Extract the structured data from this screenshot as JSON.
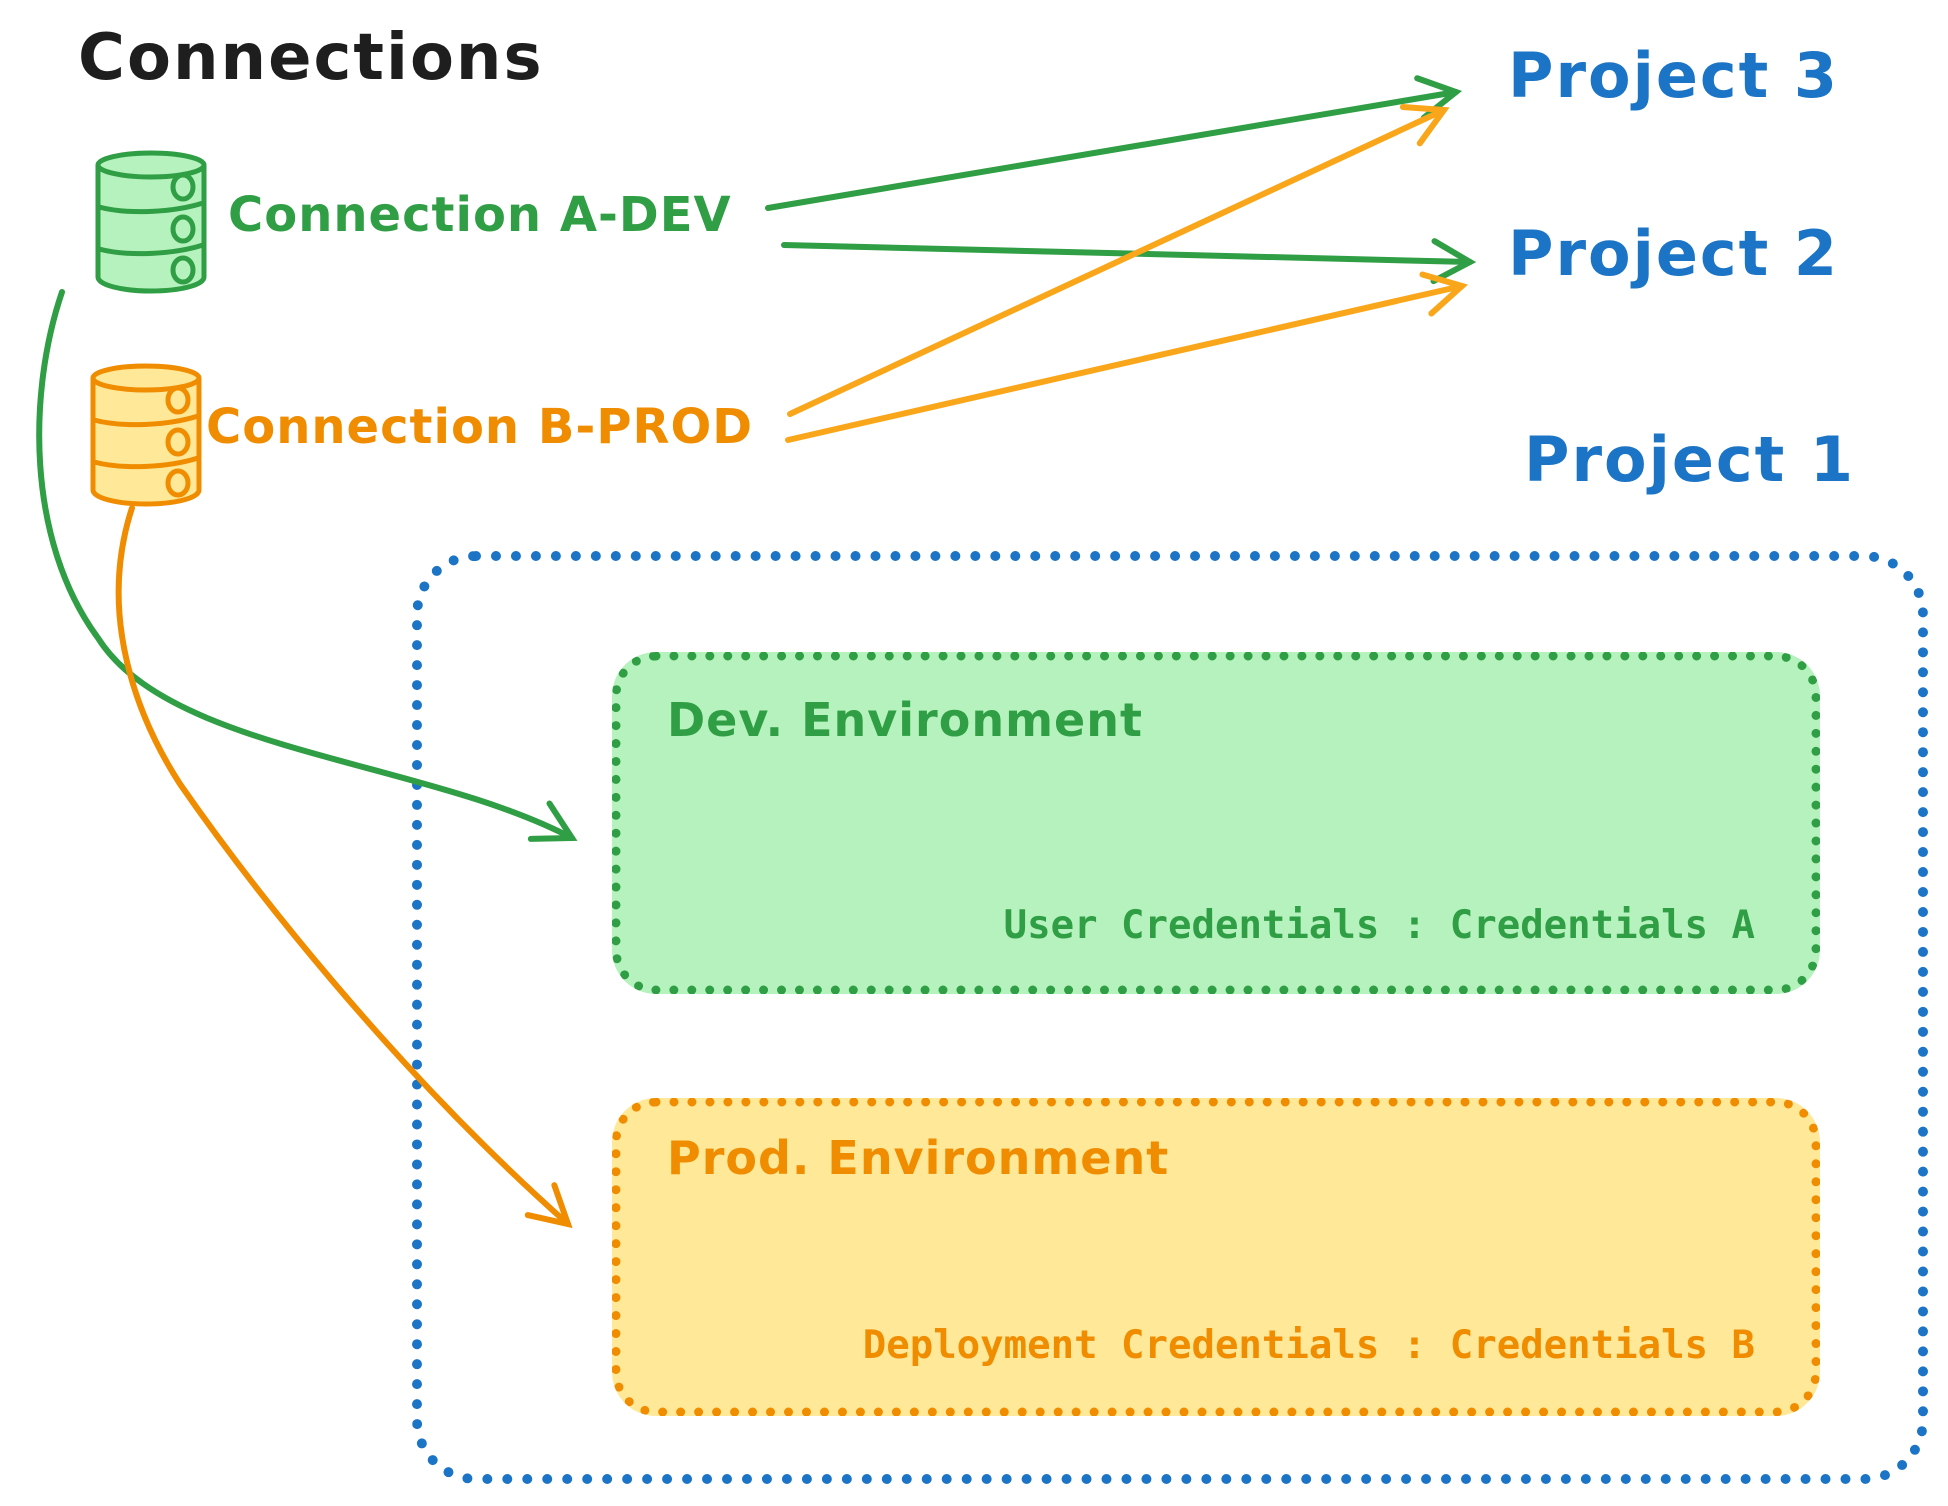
{
  "title": "Connections",
  "connections": [
    {
      "label": "Connection A-DEV",
      "icon": "database-icon",
      "color": "#2f9e44"
    },
    {
      "label": "Connection B-PROD",
      "icon": "database-icon",
      "color": "#f08c00"
    }
  ],
  "projects": [
    {
      "label": "Project 3"
    },
    {
      "label": "Project 2"
    },
    {
      "label": "Project 1"
    }
  ],
  "project1": {
    "environments": [
      {
        "label": "Dev. Environment",
        "credentials": "User Credentials : Credentials A"
      },
      {
        "label": "Prod. Environment",
        "credentials": "Deployment Credentials : Credentials B"
      }
    ]
  },
  "edges": [
    {
      "from": "Connection A-DEV",
      "to": "Project 3",
      "style": "straight-arrow",
      "color": "#2f9e44"
    },
    {
      "from": "Connection A-DEV",
      "to": "Project 2",
      "style": "straight-arrow",
      "color": "#2f9e44"
    },
    {
      "from": "Connection B-PROD",
      "to": "Project 3",
      "style": "straight-arrow",
      "color": "#faa61a"
    },
    {
      "from": "Connection B-PROD",
      "to": "Project 2",
      "style": "straight-arrow",
      "color": "#faa61a"
    },
    {
      "from": "Connection A-DEV",
      "to": "Dev. Environment",
      "style": "curved-arrow",
      "color": "#2f9e44"
    },
    {
      "from": "Connection B-PROD",
      "to": "Prod. Environment",
      "style": "curved-arrow",
      "color": "#f08c00"
    }
  ],
  "colors": {
    "black": "#1e1e1e",
    "blue": "#1b74c5",
    "green": "#2f9e44",
    "green_fill": "#b5f2bd",
    "orange": "#f08c00",
    "orange_arrow": "#faa61a",
    "yellow_fill": "#ffe897"
  }
}
